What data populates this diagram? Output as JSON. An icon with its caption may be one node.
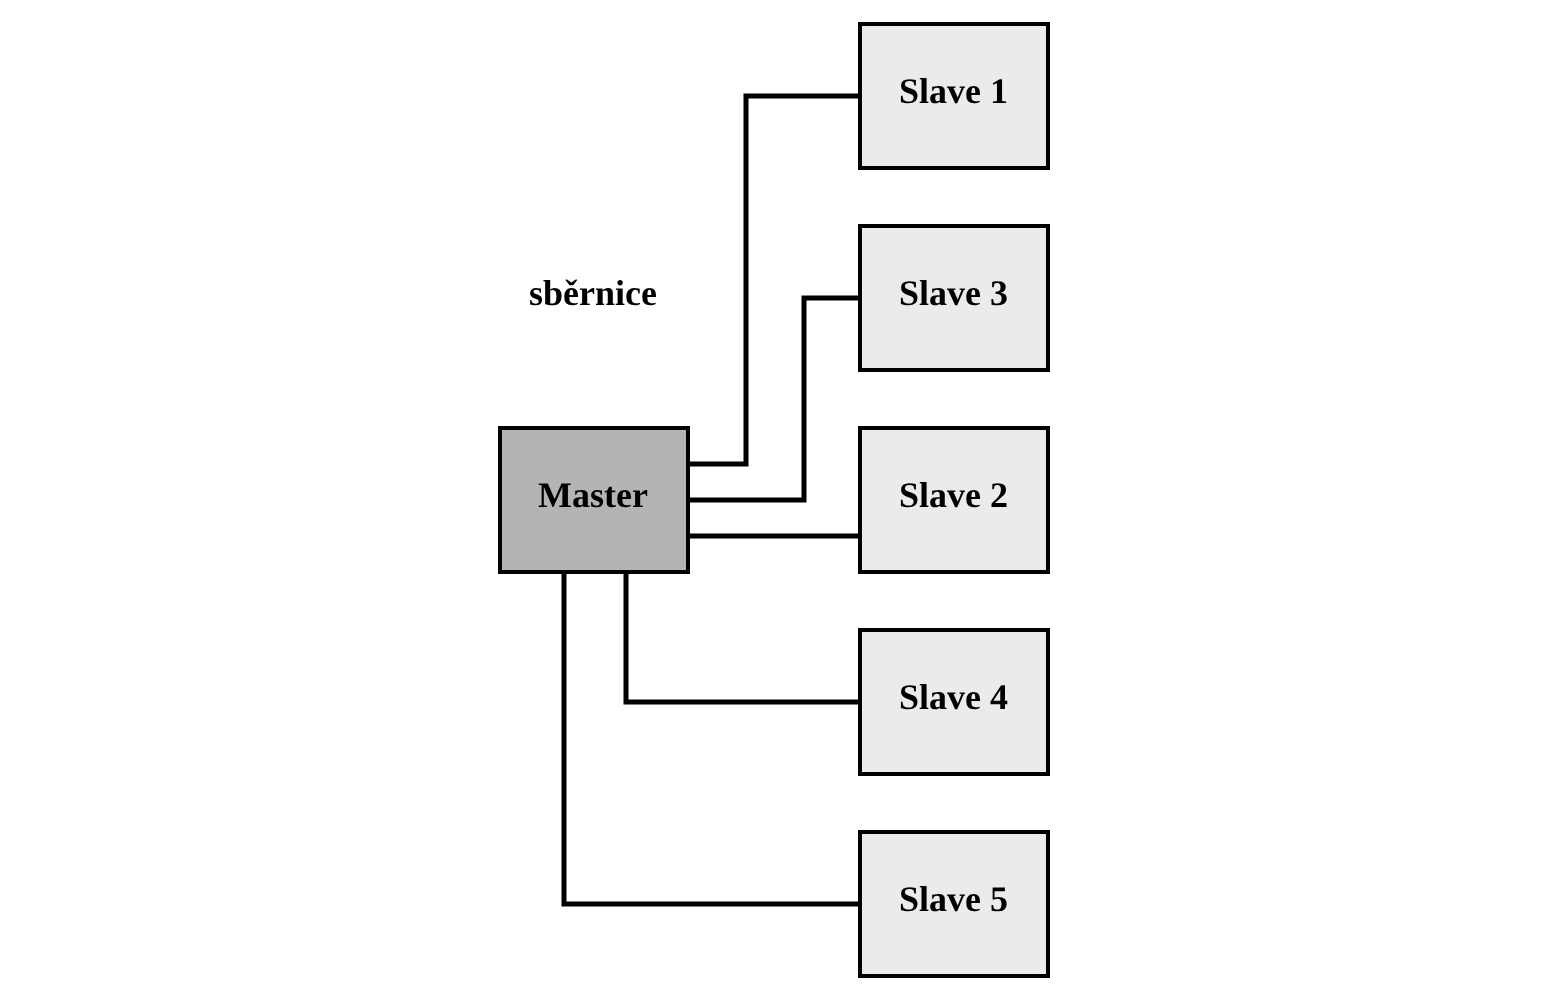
{
  "diagram": {
    "nodes": [
      {
        "text": [
          "Master"
        ]
      },
      {
        "text": [
          "Slave 1"
        ]
      },
      {
        "text": [
          "Slave 3"
        ]
      },
      {
        "text": [
          "Slave 2"
        ]
      },
      {
        "text": [
          "Slave 4"
        ]
      },
      {
        "text": [
          "Slave 5"
        ]
      }
    ],
    "edges": [
      {
        "from": 0,
        "to": 1,
        "arrow": "none"
      },
      {
        "from": 0,
        "to": 2,
        "arrow": "none"
      },
      {
        "from": 0,
        "to": 3,
        "arrow": "none"
      },
      {
        "from": 0,
        "to": 4,
        "arrow": "none"
      },
      {
        "from": 0,
        "to": 5,
        "arrow": "none"
      }
    ],
    "labels": [
      "sběrnice"
    ]
  }
}
